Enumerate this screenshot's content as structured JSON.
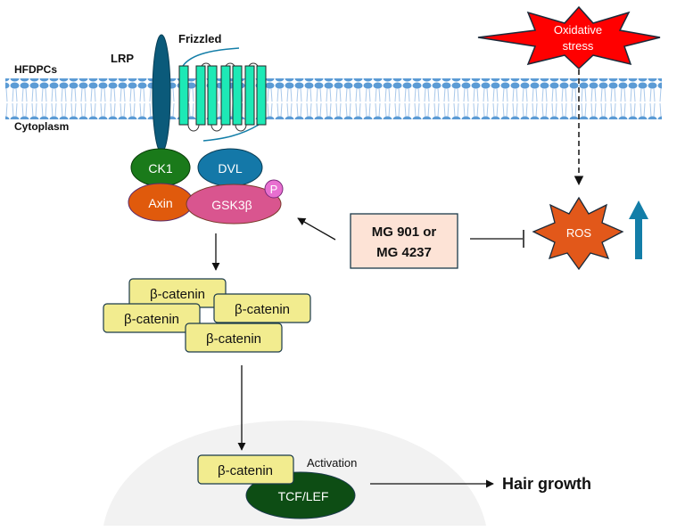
{
  "labels": {
    "cell_outside": "HFDPCs",
    "cell_inside": "Cytoplasm",
    "lrp": "LRP",
    "frizzled": "Frizzled",
    "ck1": "CK1",
    "dvl": "DVL",
    "axin": "Axin",
    "gsk3b": "GSK3β",
    "phospho": "P",
    "oxidative_line1": "Oxidative",
    "oxidative_line2": "stress",
    "ros": "ROS",
    "compound_line1": "MG 901 or",
    "compound_line2": "MG 4237",
    "beta_catenin": "β-catenin",
    "activation": "Activation",
    "tcf_lef": "TCF/LEF",
    "outcome": "Hair growth"
  },
  "beta_catenin_complex": [
    "β-catenin",
    "β-catenin",
    "β-catenin",
    "β-catenin"
  ],
  "colors": {
    "membrane": "#5b9bd5",
    "lrp": "#0b5a7a",
    "frizzled": "#1de9b6",
    "ck1": "#1a7a1a",
    "dvl": "#1478a8",
    "axin": "#e05a0c",
    "gsk3b": "#d9558f",
    "phospho": "#e86fd0",
    "oxidative": "#ff0000",
    "ros": "#e2581a",
    "up_arrow": "#137ea8",
    "compound_box": "#fde3d6",
    "beta_catenin": "#f2ec8f",
    "tcf_lef": "#0d4d14",
    "nucleus": "#f2f2f2"
  },
  "relations": [
    {
      "from": "Oxidative stress",
      "to": "ROS",
      "type": "dashed-arrow"
    },
    {
      "from": "MG 901 or MG 4237",
      "to": "ROS",
      "type": "inhibits"
    },
    {
      "from": "MG 901 or MG 4237",
      "to": "GSK3β",
      "type": "arrow"
    },
    {
      "from": "GSK3β complex",
      "to": "β-catenin",
      "type": "arrow"
    },
    {
      "from": "β-catenin",
      "to": "TCF/LEF",
      "type": "arrow"
    },
    {
      "from": "TCF/LEF",
      "to": "Hair growth",
      "type": "arrow"
    }
  ]
}
